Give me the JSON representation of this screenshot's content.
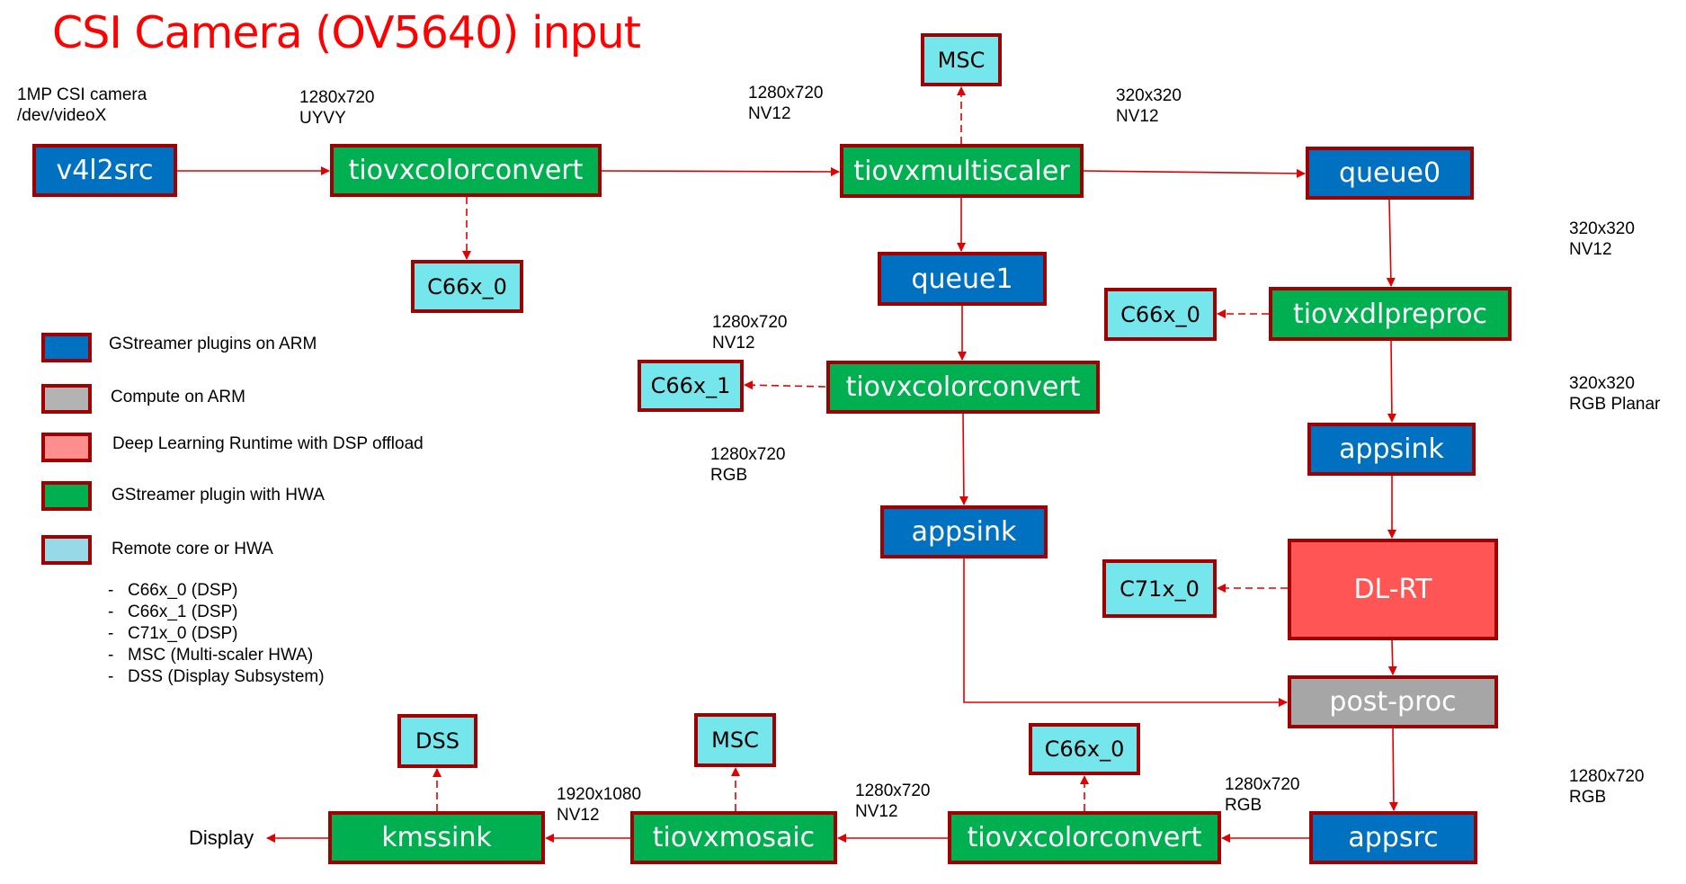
{
  "title": "CSI Camera (OV5640) input",
  "colors": {
    "arm_plugin": "#0070c0",
    "hwa_plugin": "#00b050",
    "remote_core": "#75e6eb",
    "dl_runtime": "#ff5555",
    "compute_arm": "#a6a6a6",
    "border": "#a00000",
    "arrow": "#e00000",
    "title": "#ff0000"
  },
  "nodes": {
    "v4l2src": "v4l2src",
    "colorconvert1": "tiovxcolorconvert",
    "c66x0_a": "C66x_0",
    "multiscaler": "tiovxmultiscaler",
    "msc_top": "MSC",
    "queue0": "queue0",
    "queue1": "queue1",
    "colorconvert2": "tiovxcolorconvert",
    "c66x1": "C66x_1",
    "appsink_mid": "appsink",
    "c66x0_b": "C66x_0",
    "dlpreproc": "tiovxdlpreproc",
    "appsink_right": "appsink",
    "dlrt": "DL-RT",
    "c71x0": "C71x_0",
    "postproc": "post-proc",
    "appsrc": "appsrc",
    "colorconvert3": "tiovxcolorconvert",
    "c66x0_c": "C66x_0",
    "mosaic": "tiovxmosaic",
    "msc_bottom": "MSC",
    "kmssink": "kmssink",
    "dss": "DSS"
  },
  "labels": {
    "camera": [
      "1MP CSI camera",
      "/dev/videoX"
    ],
    "cc1_in": [
      "1280x720",
      "UYVY"
    ],
    "ms_in": [
      "1280x720",
      "NV12"
    ],
    "ms_out": [
      "320x320",
      "NV12"
    ],
    "pre_in": [
      "320x320",
      "NV12"
    ],
    "pre_out": [
      "320x320",
      "RGB Planar"
    ],
    "cc2_in": [
      "1280x720",
      "NV12"
    ],
    "cc2_out": [
      "1280x720",
      "RGB"
    ],
    "appsrc_out": [
      "1280x720",
      "RGB"
    ],
    "cc3_in": [
      "1280x720",
      "RGB"
    ],
    "mosaic_in": [
      "1280x720",
      "NV12"
    ],
    "kms_in": [
      "1920x1080",
      "NV12"
    ],
    "display": "Display"
  },
  "legend": {
    "items": [
      {
        "type": "arm_plugin",
        "label": "GStreamer plugins on ARM",
        "color": "#0070c0"
      },
      {
        "type": "compute_arm",
        "label": "Compute on ARM",
        "color": "#b3b3b3"
      },
      {
        "type": "dl_runtime",
        "label": "Deep Learning Runtime with DSP offload",
        "color": "#ff8f8f"
      },
      {
        "type": "hwa_plugin",
        "label": "GStreamer plugin with HWA",
        "color": "#00b050"
      },
      {
        "type": "remote_core",
        "label": "Remote core or HWA",
        "color": "#97d9e6"
      }
    ],
    "cores": [
      "C66x_0 (DSP)",
      "C66x_1 (DSP)",
      "C71x_0 (DSP)",
      "MSC (Multi-scaler HWA)",
      "DSS (Display Subsystem)"
    ]
  }
}
